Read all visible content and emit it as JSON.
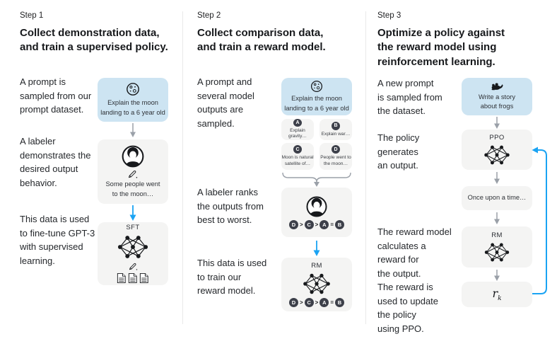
{
  "colors": {
    "accent_blue_arrow": "#1aa3f3",
    "prompt_box_bg": "#cde4f2",
    "node_box_bg": "#f4f4f3",
    "badge_bg": "#3d404a",
    "gray_arrow": "#9aa0a8",
    "text_dark": "#17191c"
  },
  "icons": {
    "moon": "moon-icon",
    "labeler": "person-icon",
    "pencil": "pencil-icon",
    "network": "neural-network-icon",
    "documents": "documents-icon",
    "frog": "frog-icon",
    "gray_arrow": "arrow-down-gray-icon",
    "blue_arrow": "arrow-down-blue-icon",
    "brace": "brace-join-icon",
    "loop": "feedback-loop-arrow-icon"
  },
  "step1": {
    "step_label": "Step 1",
    "heading": "Collect demonstration data,\nand train a supervised policy.",
    "caption_prompt": "A prompt is\nsampled from our\nprompt dataset.",
    "caption_labeler": "A labeler\ndemonstrates the\ndesired output\nbehavior.",
    "caption_data": "This data is used\nto fine-tune GPT-3\nwith supervised\nlearning.",
    "prompt_text": "Explain the moon\nlanding to a 6 year old",
    "labeler_output": "Some people went\nto the moon…",
    "model_label": "SFT"
  },
  "step2": {
    "step_label": "Step 2",
    "heading": "Collect comparison data,\nand train a reward model.",
    "caption_prompt": "A prompt and\nseveral model\noutputs are\nsampled.",
    "caption_labeler": "A labeler ranks\nthe outputs from\nbest to worst.",
    "caption_data": "This data is used\nto train our\nreward model.",
    "prompt_text": "Explain the moon\nlanding to a 6 year old",
    "outputs": [
      {
        "letter": "A",
        "text": "Explain gravity…"
      },
      {
        "letter": "B",
        "text": "Explain war…"
      },
      {
        "letter": "C",
        "text": "Moon is natural\nsatellite of…"
      },
      {
        "letter": "D",
        "text": "People went to\nthe moon…"
      }
    ],
    "ranking": {
      "r1": "D",
      "s1": ">",
      "r2": "C",
      "s2": ">",
      "r3": "A",
      "s3": "=",
      "r4": "B"
    },
    "model_label": "RM"
  },
  "step3": {
    "step_label": "Step 3",
    "heading": "Optimize a policy against\nthe reward model using\nreinforcement learning.",
    "caption_prompt": "A new prompt\nis sampled from\nthe dataset.",
    "caption_policy": "The policy\ngenerates\nan output.",
    "caption_rm": "The reward model\ncalculates a\nreward for\nthe output.",
    "caption_reward": "The reward is\nused to update\nthe policy\nusing PPO.",
    "prompt_text": "Write a story\nabout frogs",
    "policy_label": "PPO",
    "output_text": "Once upon a time…",
    "rm_label": "RM",
    "reward_symbol": "r",
    "reward_subscript": "k"
  }
}
